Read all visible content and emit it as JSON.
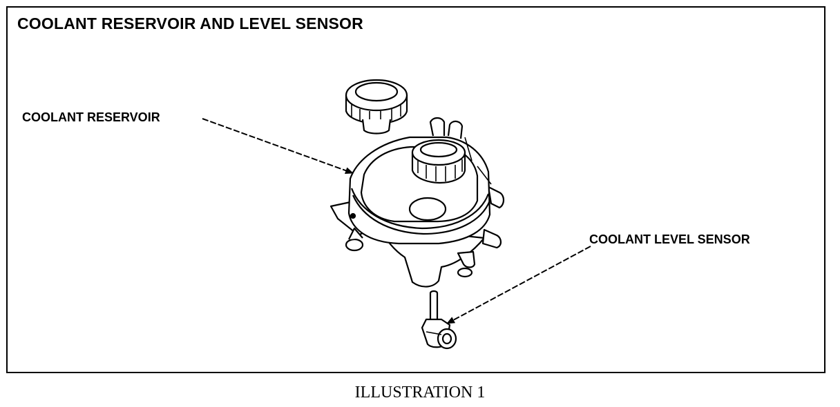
{
  "diagram": {
    "title": "COOLANT RESERVOIR AND LEVEL SENSOR",
    "labels": {
      "reservoir": "COOLANT RESERVOIR",
      "sensor": "COOLANT LEVEL SENSOR"
    },
    "caption": "ILLUSTRATION 1"
  },
  "colors": {
    "line": "#000000",
    "background": "#ffffff"
  }
}
